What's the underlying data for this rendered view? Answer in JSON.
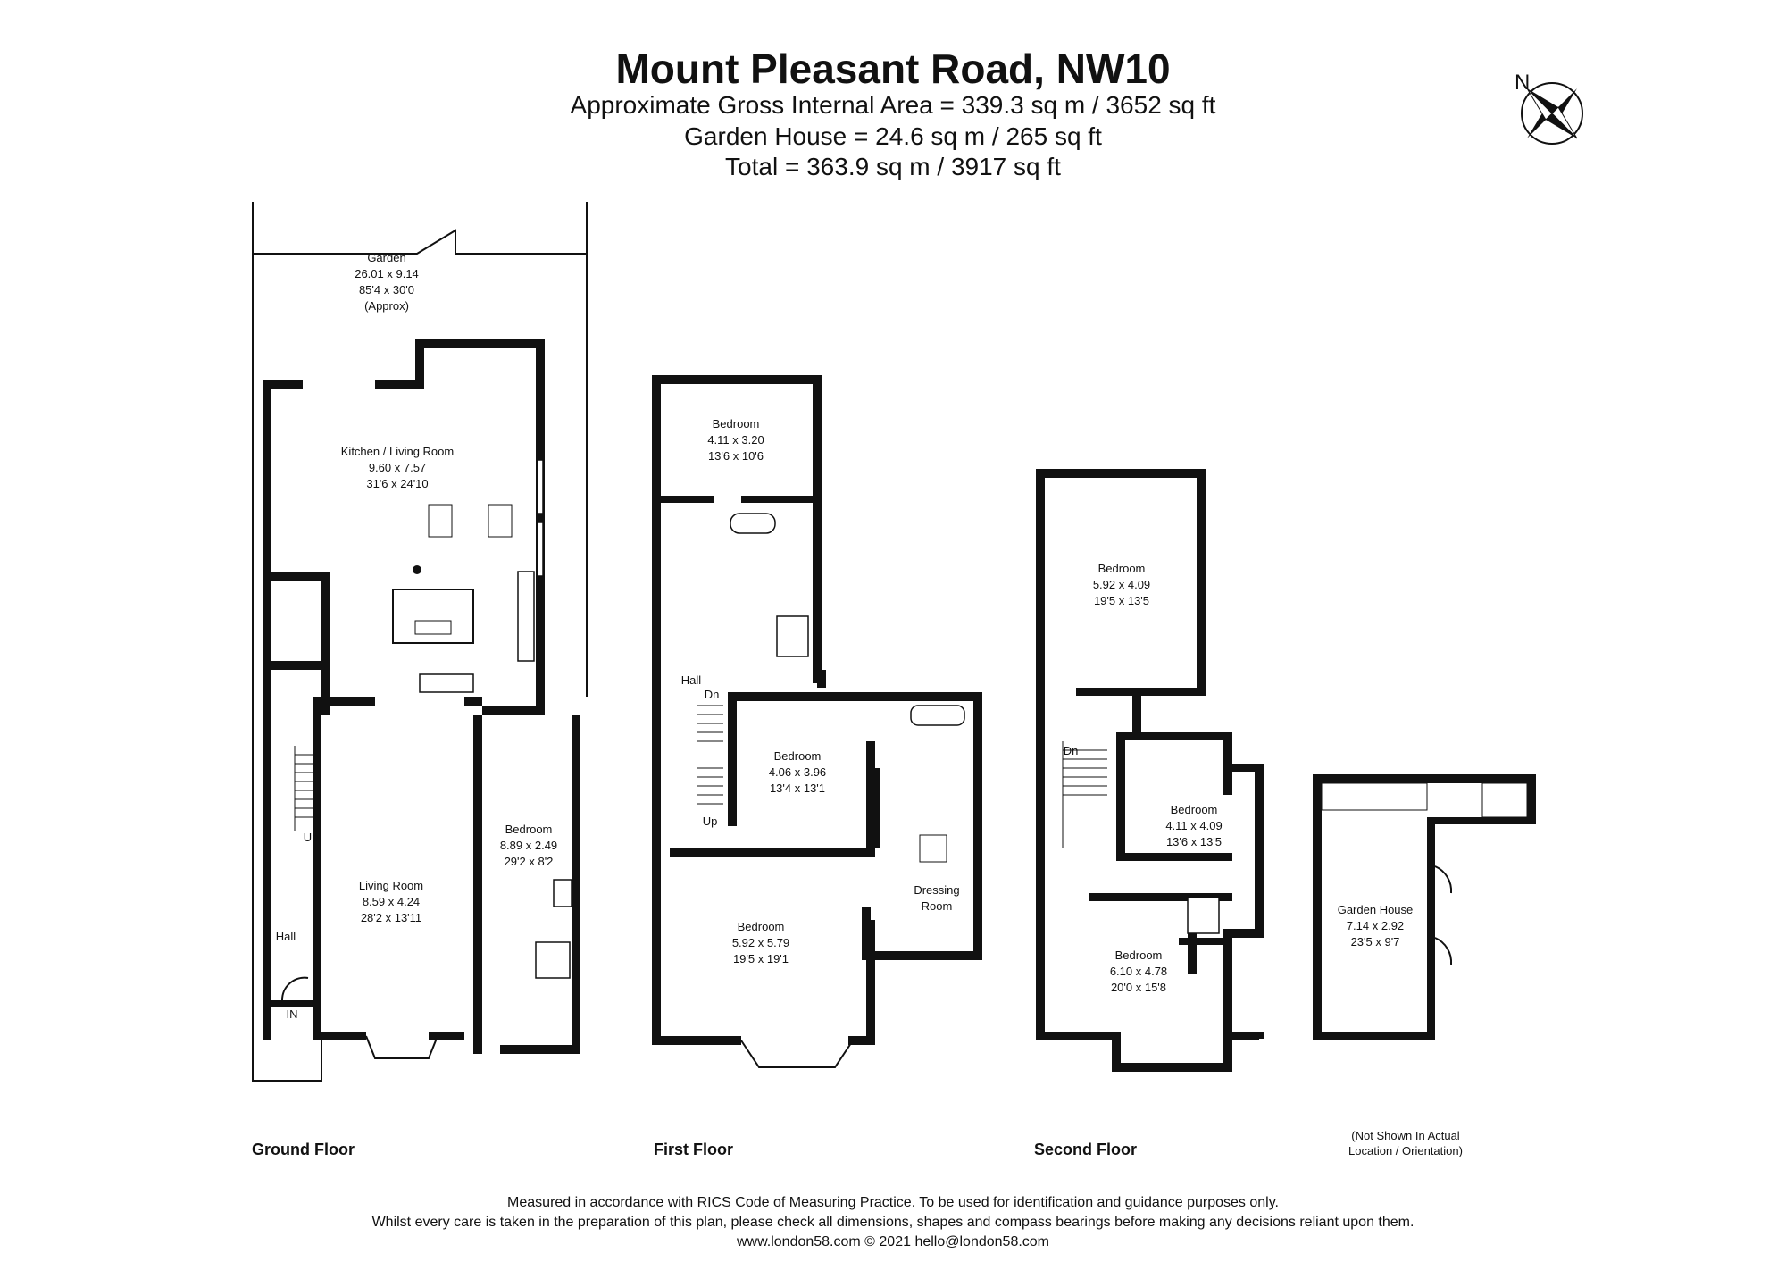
{
  "header": {
    "title": "Mount Pleasant Road, NW10",
    "area_line": "Approximate Gross Internal Area = 339.3 sq m / 3652 sq ft",
    "garden_house_line": "Garden House = 24.6 sq m / 265 sq ft",
    "total_line": "Total = 363.9 sq m / 3917 sq ft"
  },
  "compass": {
    "label": "N"
  },
  "floors": {
    "ground": {
      "label": "Ground Floor",
      "rooms": {
        "garden": {
          "name": "Garden",
          "metric": "26.01 x 9.14",
          "imperial": "85'4 x 30'0",
          "note": "(Approx)"
        },
        "kitchen": {
          "name": "Kitchen / Living Room",
          "metric": "9.60 x 7.57",
          "imperial": "31'6 x 24'10"
        },
        "living": {
          "name": "Living Room",
          "metric": "8.59 x 4.24",
          "imperial": "28'2 x 13'11"
        },
        "bedroom": {
          "name": "Bedroom",
          "metric": "8.89 x 2.49",
          "imperial": "29'2 x 8'2"
        },
        "hall": {
          "name": "Hall"
        },
        "up": "Up",
        "in": "IN"
      }
    },
    "first": {
      "label": "First Floor",
      "rooms": {
        "bed_top": {
          "name": "Bedroom",
          "metric": "4.11 x 3.20",
          "imperial": "13'6 x 10'6"
        },
        "bed_mid": {
          "name": "Bedroom",
          "metric": "4.06 x 3.96",
          "imperial": "13'4 x 13'1"
        },
        "bed_bottom": {
          "name": "Bedroom",
          "metric": "5.92 x 5.79",
          "imperial": "19'5 x 19'1"
        },
        "dressing": {
          "name_line1": "Dressing",
          "name_line2": "Room"
        },
        "hall": "Hall",
        "dn": "Dn",
        "up": "Up"
      }
    },
    "second": {
      "label": "Second Floor",
      "rooms": {
        "bed_top": {
          "name": "Bedroom",
          "metric": "5.92 x 4.09",
          "imperial": "19'5 x 13'5"
        },
        "bed_mid": {
          "name": "Bedroom",
          "metric": "4.11 x 4.09",
          "imperial": "13'6 x 13'5"
        },
        "bed_bottom": {
          "name": "Bedroom",
          "metric": "6.10 x 4.78",
          "imperial": "20'0 x 15'8"
        },
        "dn": "Dn"
      }
    },
    "garden_house": {
      "name": "Garden House",
      "metric": "7.14 x 2.92",
      "imperial": "23'5 x 9'7",
      "note_line1": "(Not Shown In Actual",
      "note_line2": "Location / Orientation)"
    }
  },
  "footer": {
    "line1": "Measured in accordance with RICS Code of Measuring Practice. To be used for identification and guidance purposes only.",
    "line2": "Whilst every care is taken in the preparation of this plan, please check all dimensions, shapes and compass bearings before making any decisions reliant upon them.",
    "line3": "www.london58.com © 2021 hello@london58.com"
  }
}
